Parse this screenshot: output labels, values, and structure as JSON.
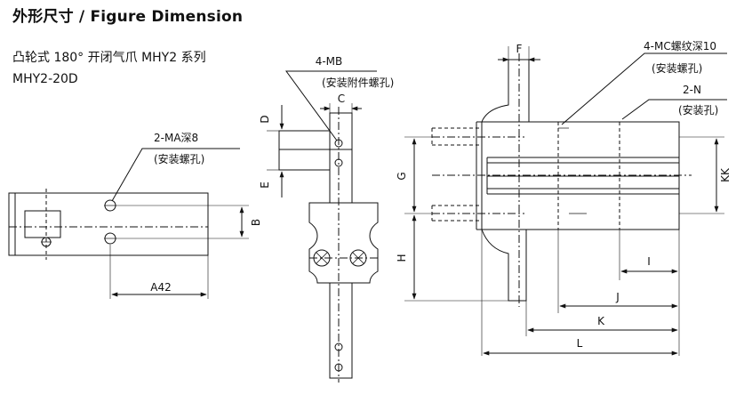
{
  "header": {
    "title": "外形尺寸 / Figure Dimension",
    "series": "凸轮式 180°  开闭气爪 MHY2 系列",
    "model": "MHY2-20D"
  },
  "labels": {
    "ma": "2-MA深8",
    "ma_note": "(安装螺孔)",
    "a42": "A42",
    "b": "B",
    "mb": "4-MB",
    "mb_note": "(安装附件螺孔)",
    "c": "C",
    "d": "D",
    "e": "E",
    "f": "F",
    "mc": "4-MC螺纹深10",
    "mc_note": "(安装螺孔)",
    "n": "2-N",
    "n_note": "(安装孔)",
    "g": "G",
    "h": "H",
    "kk": "KK",
    "i": "I",
    "j": "J",
    "k": "K",
    "l": "L"
  }
}
